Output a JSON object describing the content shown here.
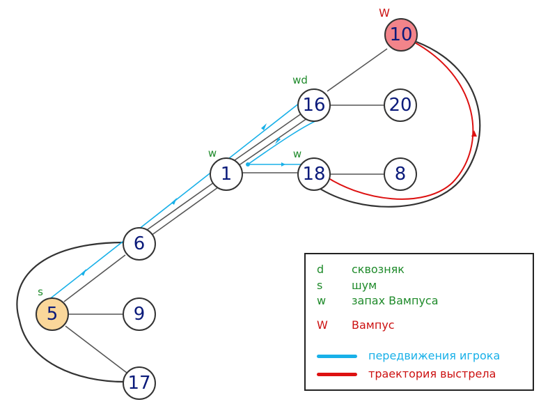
{
  "nodes": [
    {
      "id": "10",
      "label": "10",
      "role": "wumpus"
    },
    {
      "id": "16",
      "label": "16"
    },
    {
      "id": "20",
      "label": "20"
    },
    {
      "id": "1",
      "label": "1"
    },
    {
      "id": "18",
      "label": "18"
    },
    {
      "id": "8",
      "label": "8"
    },
    {
      "id": "6",
      "label": "6"
    },
    {
      "id": "5",
      "label": "5",
      "role": "start"
    },
    {
      "id": "9",
      "label": "9"
    },
    {
      "id": "17",
      "label": "17"
    }
  ],
  "senses": {
    "node10": "W",
    "node16": "wd",
    "node1": "w",
    "node18": "w",
    "node5": "s"
  },
  "legend": {
    "d_key": "d",
    "d_val": "сквозняк",
    "s_key": "s",
    "s_val": "шум",
    "w_key": "w",
    "w_val": "запах Вампуса",
    "W_key": "W",
    "W_val": "Вампус",
    "player_label": "передвижения игрока",
    "shot_label": "траектория выстрела"
  },
  "colors": {
    "player": "#18b0e8",
    "shot": "#dd1111",
    "wumpus_fill": "#f2848a",
    "start_fill": "#fad79a",
    "sense": "#1e8a2a",
    "wumpus_text": "#cc1111"
  }
}
